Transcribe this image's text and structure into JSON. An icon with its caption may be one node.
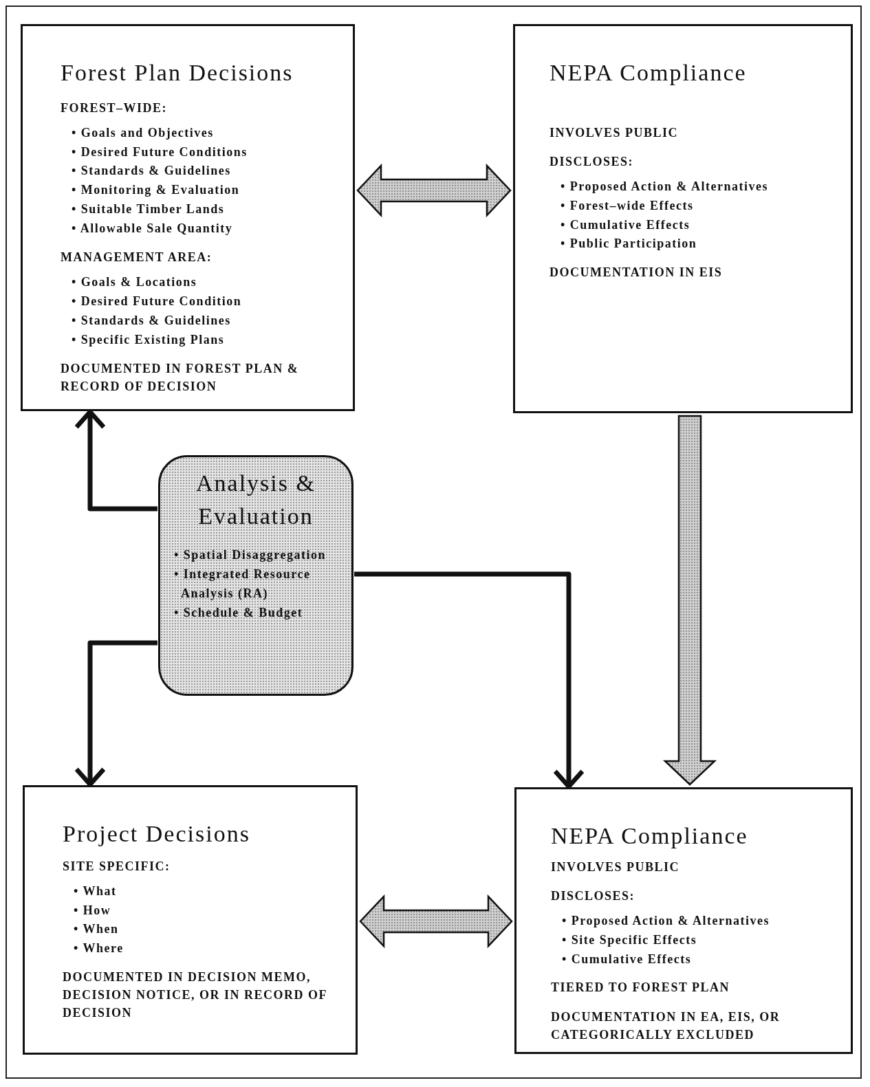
{
  "diagram": {
    "nodes": [
      {
        "text": [
          "Forest Plan Decisions",
          "FOREST–WIDE:",
          "• Goals and Objectives",
          "• Desired Future Conditions",
          "• Standards & Guidelines",
          "• Monitoring & Evaluation",
          "• Suitable Timber Lands",
          "• Allowable Sale Quantity",
          "MANAGEMENT AREA:",
          "• Goals & Locations",
          "• Desired Future Condition",
          "• Standards & Guidelines",
          "• Specific Existing Plans",
          "DOCUMENTED IN FOREST PLAN & RECORD OF DECISION"
        ]
      },
      {
        "text": [
          "NEPA Compliance",
          "INVOLVES PUBLIC",
          "DISCLOSES:",
          "• Proposed Action & Alternatives",
          "• Forest–wide Effects",
          "• Cumulative Effects",
          "• Public Participation",
          "DOCUMENTATION IN EIS"
        ]
      },
      {
        "text": [
          "Analysis & Evaluation",
          "• Spatial Disaggregation",
          "• Integrated Resource Analysis (RA)",
          "• Schedule & Budget"
        ]
      },
      {
        "text": [
          "Project Decisions",
          "SITE SPECIFIC:",
          "• What",
          "• How",
          "• When",
          "• Where",
          "DOCUMENTED IN DECISION MEMO, DECISION NOTICE, OR IN RECORD OF DECISION"
        ]
      },
      {
        "text": [
          "NEPA Compliance",
          "INVOLVES PUBLIC",
          "DISCLOSES:",
          "• Proposed Action & Alternatives",
          "• Site Specific Effects",
          "• Cumulative Effects",
          "TIERED TO FOREST PLAN",
          "DOCUMENTATION IN EA, EIS, OR CATEGORICALLY EXCLUDED"
        ]
      }
    ],
    "edges": [
      {
        "from": 0,
        "to": 1,
        "arrow": "both",
        "style": "thick",
        "color": "#cfcfcf"
      },
      {
        "from": 1,
        "to": 4,
        "arrow": "to",
        "style": "thick",
        "color": "#cfcfcf"
      },
      {
        "from": 2,
        "to": 0,
        "arrow": "to"
      },
      {
        "from": 2,
        "to": 3,
        "arrow": "to"
      },
      {
        "from": 2,
        "to": 4,
        "arrow": "to"
      },
      {
        "from": 3,
        "to": 4,
        "arrow": "both",
        "style": "thick",
        "color": "#cfcfcf"
      }
    ]
  }
}
